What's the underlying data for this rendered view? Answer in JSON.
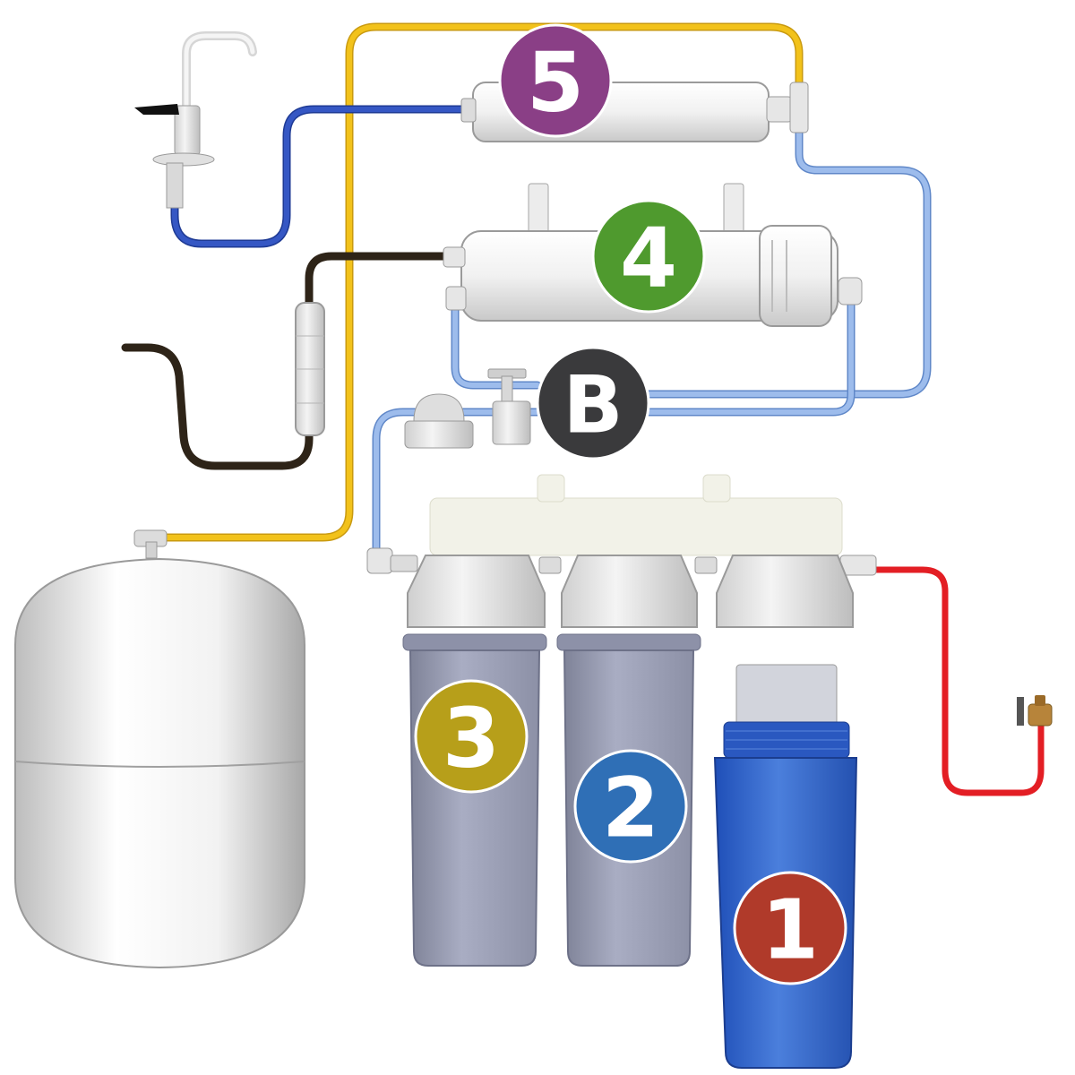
{
  "badges": {
    "stage1": {
      "label": "1",
      "color": "#b03a2a"
    },
    "stage2": {
      "label": "2",
      "color": "#2f6fb6"
    },
    "stage3": {
      "label": "3",
      "color": "#b79f1a"
    },
    "stage4": {
      "label": "4",
      "color": "#4f9a2e"
    },
    "stage5": {
      "label": "5",
      "color": "#8a3f86"
    },
    "bypass": {
      "label": "B",
      "color": "#3a3a3c"
    }
  },
  "colors": {
    "tube_yellow": "#f2c21b",
    "tube_dark_blue": "#2d4fb5",
    "tube_light_blue": "#7ea6e0",
    "tube_brown": "#2e2418",
    "tube_red": "#e31e24",
    "housing_blue": "#2f62c8",
    "housing_clear": "#9a9fb6",
    "tank": "#eeeeee"
  },
  "icons": [
    "faucet-icon",
    "storage-tank-icon",
    "inlet-valve-icon",
    "drain-flow-restrictor-icon",
    "shutoff-valve-icon",
    "check-valve-icon"
  ]
}
